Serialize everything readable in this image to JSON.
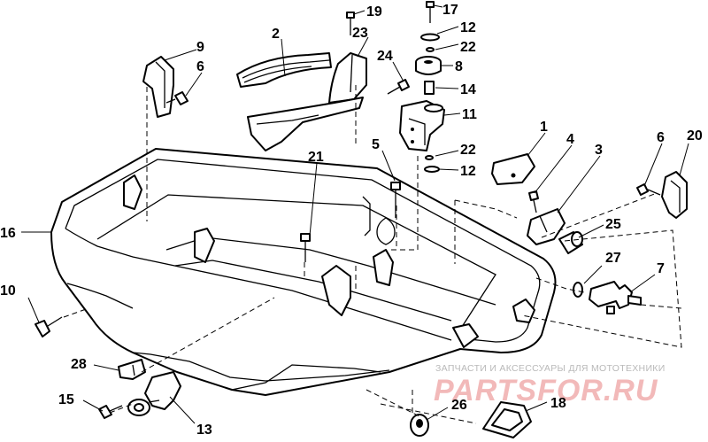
{
  "diagram": {
    "callouts": [
      {
        "id": "c1",
        "label": "1"
      },
      {
        "id": "c2",
        "label": "2"
      },
      {
        "id": "c3",
        "label": "3"
      },
      {
        "id": "c4",
        "label": "4"
      },
      {
        "id": "c5",
        "label": "5"
      },
      {
        "id": "c6a",
        "label": "6"
      },
      {
        "id": "c6b",
        "label": "6"
      },
      {
        "id": "c7",
        "label": "7"
      },
      {
        "id": "c8",
        "label": "8"
      },
      {
        "id": "c9",
        "label": "9"
      },
      {
        "id": "c10",
        "label": "10"
      },
      {
        "id": "c11",
        "label": "11"
      },
      {
        "id": "c12a",
        "label": "12"
      },
      {
        "id": "c12b",
        "label": "12"
      },
      {
        "id": "c13",
        "label": "13"
      },
      {
        "id": "c14",
        "label": "14"
      },
      {
        "id": "c15",
        "label": "15"
      },
      {
        "id": "c16",
        "label": "16"
      },
      {
        "id": "c17",
        "label": "17"
      },
      {
        "id": "c18",
        "label": "18"
      },
      {
        "id": "c19",
        "label": "19"
      },
      {
        "id": "c20",
        "label": "20"
      },
      {
        "id": "c21",
        "label": "21"
      },
      {
        "id": "c22a",
        "label": "22"
      },
      {
        "id": "c22b",
        "label": "22"
      },
      {
        "id": "c23",
        "label": "23"
      },
      {
        "id": "c24",
        "label": "24"
      },
      {
        "id": "c25",
        "label": "25"
      },
      {
        "id": "c26",
        "label": "26"
      },
      {
        "id": "c27",
        "label": "27"
      },
      {
        "id": "c28",
        "label": "28"
      }
    ]
  },
  "watermark": {
    "tagline": "ЗАПЧАСТИ И АКСЕССУАРЫ ДЛЯ МОТОТЕХНИКИ",
    "brand": "PARTSFOR.RU"
  }
}
